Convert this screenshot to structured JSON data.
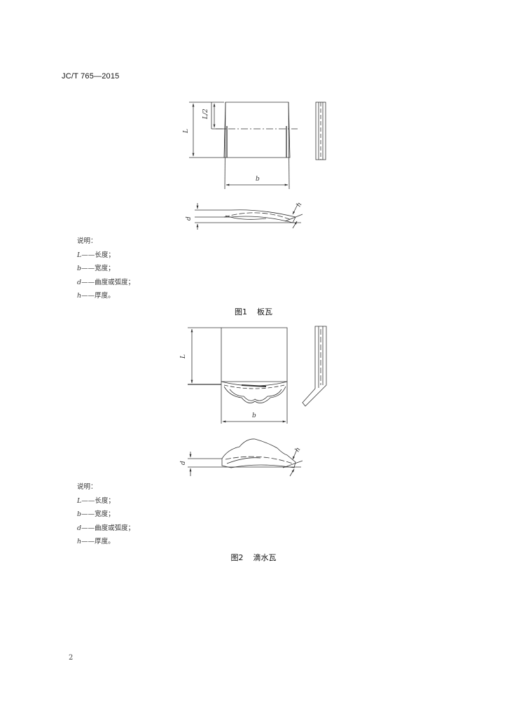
{
  "header": {
    "doc_code": "JC/T 765—2015"
  },
  "figure1": {
    "dim_labels": {
      "length": "L",
      "half_length": "L/2",
      "width": "b",
      "curvature": "d",
      "thickness": "h"
    },
    "legend_title": "说明：",
    "legend": [
      {
        "symbol": "L",
        "text": "——长度；"
      },
      {
        "symbol": "b",
        "text": "——宽度；"
      },
      {
        "symbol": "d",
        "text": "——曲度或弧度；"
      },
      {
        "symbol": "h",
        "text": "——厚度。"
      }
    ],
    "caption": {
      "number": "图1",
      "title": "板瓦"
    }
  },
  "figure2": {
    "dim_labels": {
      "length": "L",
      "width": "b",
      "curvature": "d",
      "thickness": "h"
    },
    "legend_title": "说明：",
    "legend": [
      {
        "symbol": "L",
        "text": "——长度；"
      },
      {
        "symbol": "b",
        "text": "——宽度；"
      },
      {
        "symbol": "d",
        "text": "——曲度或弧度；"
      },
      {
        "symbol": "h",
        "text": "——厚度。"
      }
    ],
    "caption": {
      "number": "图2",
      "title": "滴水瓦"
    }
  },
  "footer": {
    "page_number": "2"
  }
}
